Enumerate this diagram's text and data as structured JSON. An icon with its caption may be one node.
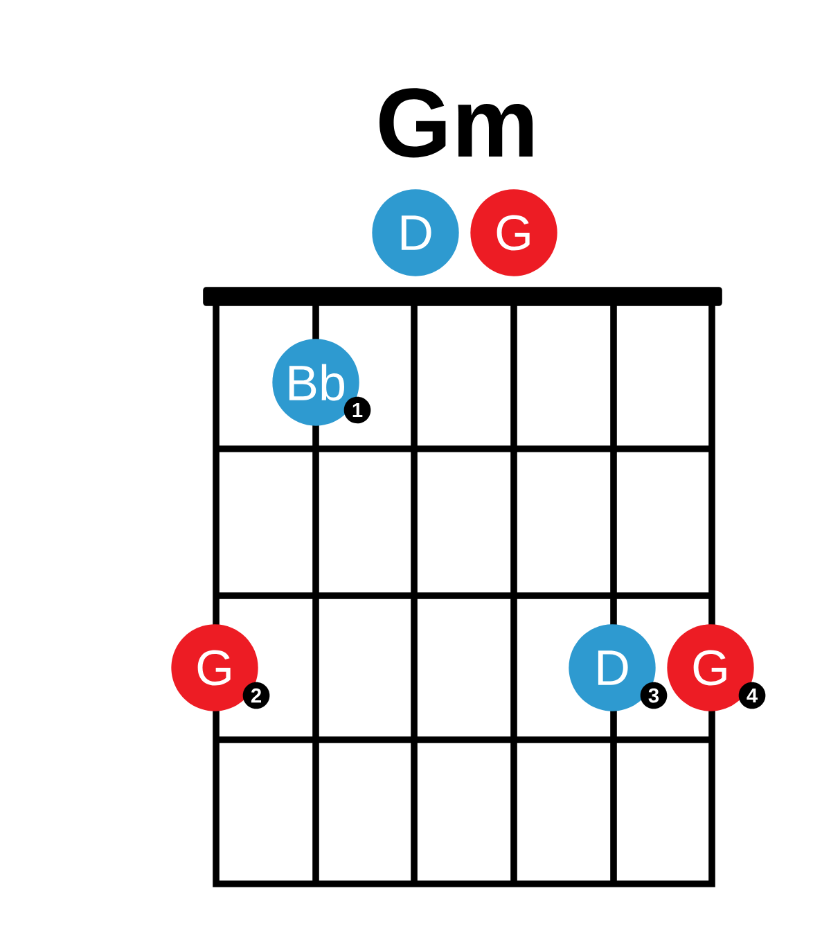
{
  "diagram": {
    "title": "Gm",
    "nodes": [
      {
        "text": [
          "D"
        ]
      },
      {
        "text": [
          "G"
        ]
      },
      {
        "text": [
          "Bb"
        ],
        "beside": [
          "1"
        ]
      },
      {
        "text": [
          "G"
        ],
        "beside": [
          "2"
        ]
      },
      {
        "text": [
          "D"
        ],
        "beside": [
          "3"
        ]
      },
      {
        "text": [
          "G"
        ],
        "beside": [
          "4"
        ]
      }
    ]
  }
}
